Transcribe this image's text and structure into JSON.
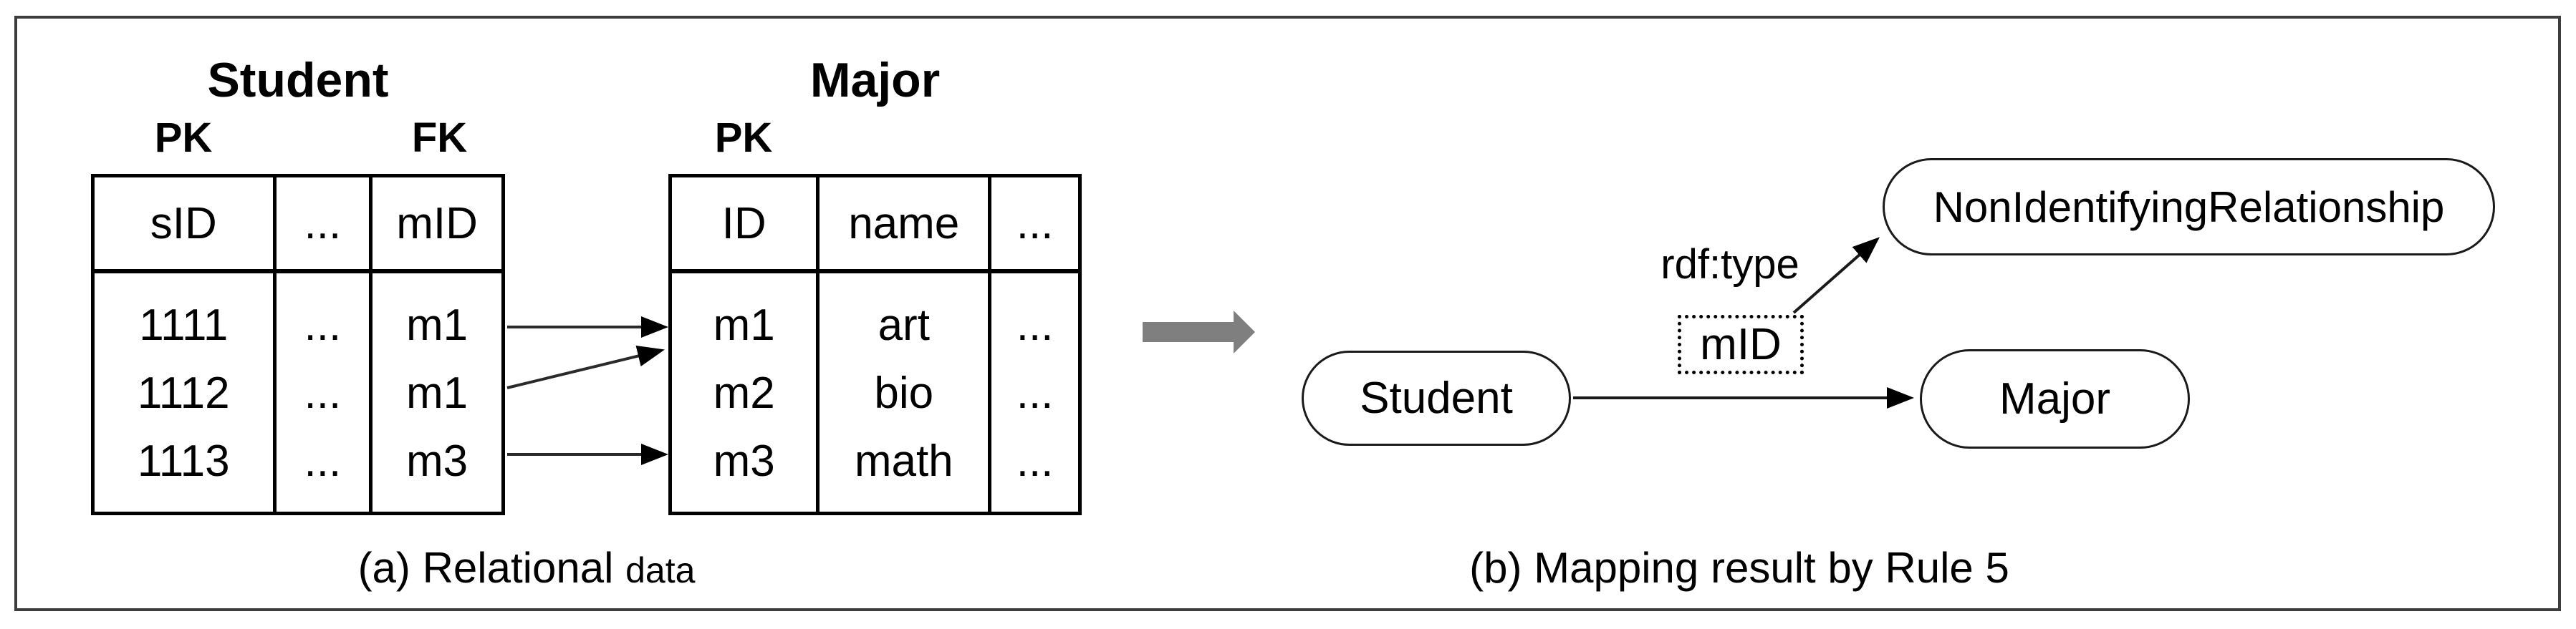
{
  "figure": {
    "colors": {
      "frame": "#3d3d3d",
      "table_line": "#000000",
      "arrow_gray": "#7f7f7f",
      "node_line": "#1a1a1a"
    },
    "section_a": {
      "caption": {
        "prefix": "(a) Relational",
        "suffix": "data"
      },
      "student_table": {
        "title": "Student",
        "pk_label": "PK",
        "fk_label": "FK",
        "headers": [
          "sID",
          "...",
          "mID"
        ],
        "rows": [
          [
            "1111",
            "...",
            "m1"
          ],
          [
            "1112",
            "...",
            "m1"
          ],
          [
            "1113",
            "...",
            "m3"
          ]
        ]
      },
      "major_table": {
        "title": "Major",
        "pk_label": "PK",
        "headers": [
          "ID",
          "name",
          "..."
        ],
        "rows": [
          [
            "m1",
            "art",
            "..."
          ],
          [
            "m2",
            "bio",
            "..."
          ],
          [
            "m3",
            "math",
            "..."
          ]
        ]
      }
    },
    "transform_arrow_icon": "right-arrow",
    "section_b": {
      "caption": "(b) Mapping result by Rule 5",
      "student_node": "Student",
      "major_node": "Major",
      "class_node": "NonIdentifyingRelationship",
      "predicate_label": "mID",
      "type_edge_label": "rdf:type"
    }
  }
}
